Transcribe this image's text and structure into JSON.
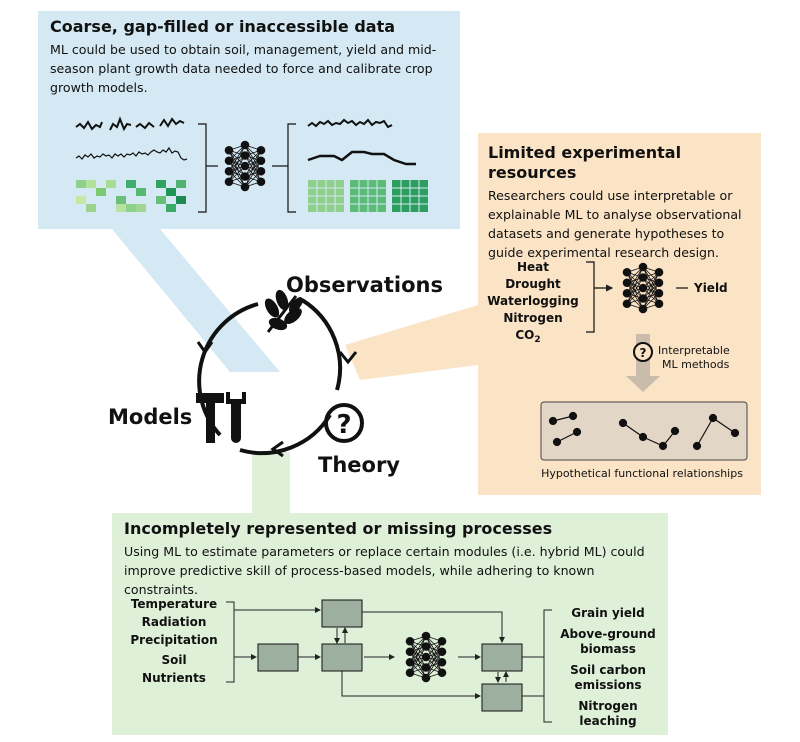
{
  "top_panel": {
    "title": "Coarse, gap-filled or inaccessible data",
    "text": "ML could be used to obtain soil, management, yield and mid-season plant growth data needed to force and calibrate crop growth models."
  },
  "right_panel": {
    "title": "Limited experimental resources",
    "text": "Researchers could use interpretable or explainable ML to analyse observational datasets and generate hypotheses to guide experimental research design.",
    "inputs": [
      "Heat",
      "Drought",
      "Waterlogging",
      "Nitrogen",
      "CO"
    ],
    "co2_subscript": "2",
    "output": "Yield",
    "methods_line1": "Interpretable",
    "methods_line2": "ML methods",
    "relationships_caption": "Hypothetical functional relationships"
  },
  "bottom_panel": {
    "title": "Incompletely represented or missing processes",
    "text": "Using ML to estimate parameters or replace certain modules (i.e. hybrid ML) could improve predictive skill of process-based models, while adhering to known constraints.",
    "inputs": [
      "Temperature",
      "Radiation",
      "Precipitation",
      "Soil",
      "Nutrients"
    ],
    "outputs": [
      "Grain yield",
      "Above-ground",
      "biomass",
      "Soil carbon",
      "emissions",
      "Nitrogen",
      "leaching"
    ]
  },
  "cycle": {
    "observations": "Observations",
    "models": "Models",
    "theory": "Theory"
  },
  "colors": {
    "blue_panel": "#d4e9f3",
    "orange_panel": "#fbe3c6",
    "green_panel": "#dff0d9",
    "module_box": "#9db09f"
  }
}
